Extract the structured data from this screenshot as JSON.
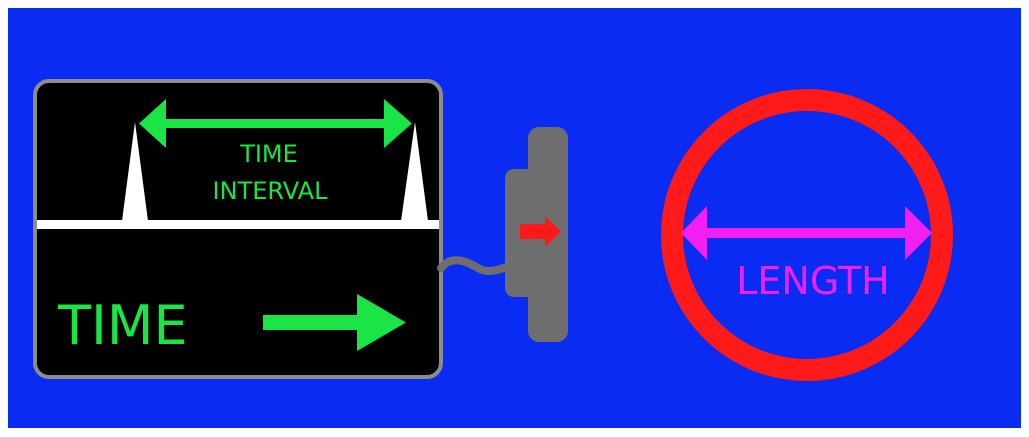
{
  "colors": {
    "background": "#0a2cf2",
    "screen": "#000000",
    "frame": "#8c8c8c",
    "trace": "#ffffff",
    "green": "#19e645",
    "red": "#ff1a1a",
    "magenta": "#f21ff2",
    "probe": "#6e6e6e"
  },
  "oscilloscope": {
    "interval_line1": "TIME",
    "interval_line2": "INTERVAL",
    "axis_label": "TIME"
  },
  "ring": {
    "label": "LENGTH"
  },
  "icons": {
    "interval_arrow": "double-arrow-icon",
    "time_arrow": "arrow-right-icon",
    "probe_arrow": "arrow-right-icon",
    "length_arrow": "double-arrow-icon"
  }
}
